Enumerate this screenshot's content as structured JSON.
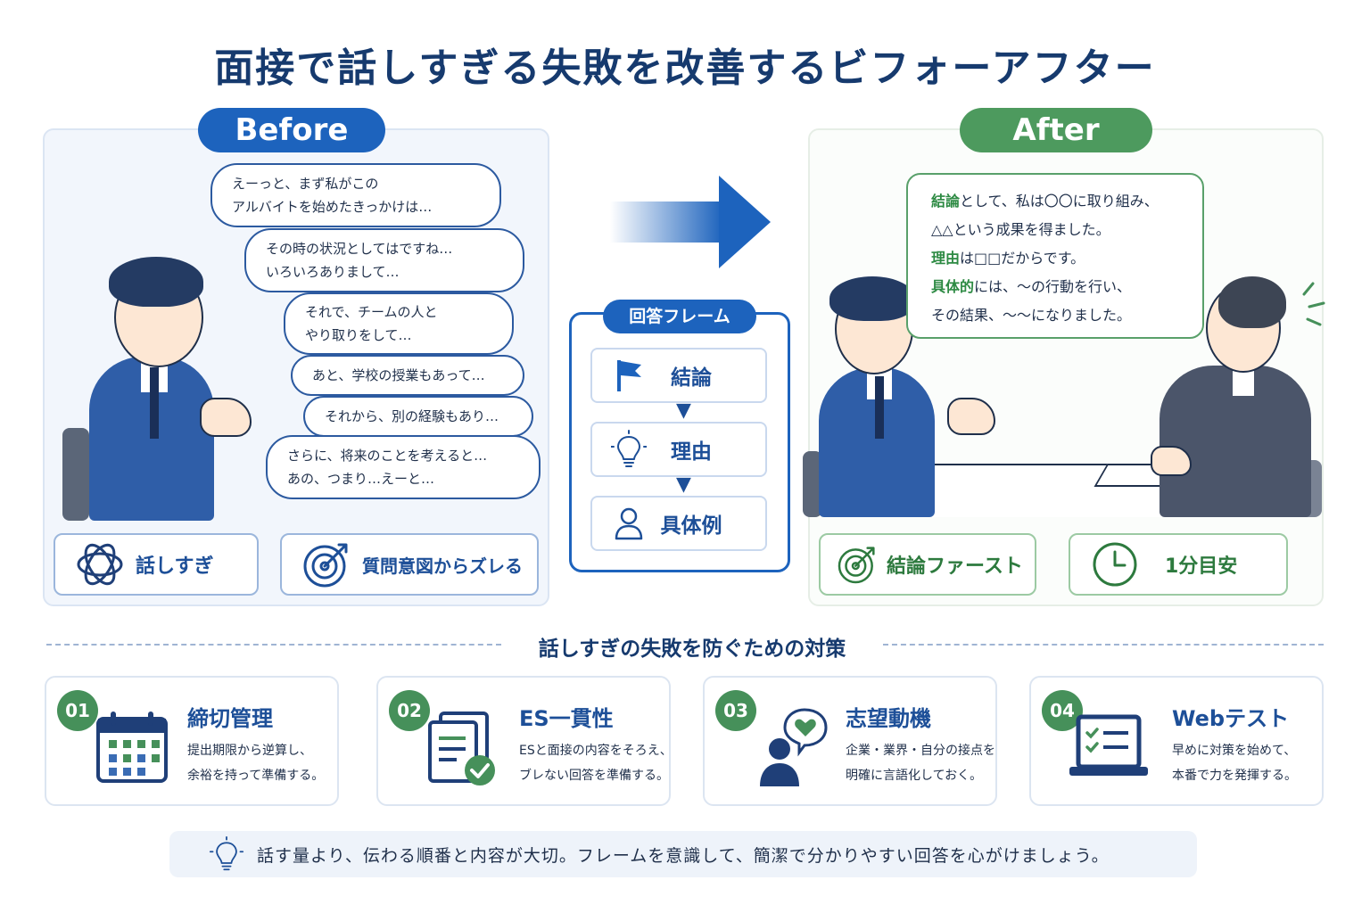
{
  "title": "面接で話しすぎる失敗を改善するビフォーアフター",
  "before": {
    "label": "Before",
    "bubbles": [
      [
        "えーっと、まず私がこの",
        "アルバイトを始めたきっかけは…"
      ],
      [
        "その時の状況としてはですね…",
        "いろいろありまして…"
      ],
      [
        "それで、チームの人と",
        "やり取りをして…"
      ],
      [
        "あと、学校の授業もあって…"
      ],
      [
        "それから、別の経験もあり…"
      ],
      [
        "さらに、将来のことを考えると…",
        "あの、つまり…えーと…"
      ]
    ],
    "tags": [
      "話しすぎ",
      "質問意図からズレる"
    ]
  },
  "frame": {
    "title": "回答フレーム",
    "steps": [
      "結論",
      "理由",
      "具体例"
    ]
  },
  "after": {
    "label": "After",
    "bubble": [
      {
        "hl": "結論",
        "rest": "として、私は〇〇に取り組み、"
      },
      {
        "hl": "",
        "rest": "△△という成果を得ました。"
      },
      {
        "hl": "理由",
        "rest": "は□□だからです。"
      },
      {
        "hl": "具体的",
        "rest": "には、〜の行動を行い、"
      },
      {
        "hl": "",
        "rest": "その結果、〜〜になりました。"
      }
    ],
    "tags": [
      "結論ファースト",
      "1分目安"
    ]
  },
  "section_title": "話しすぎの失敗を防ぐための対策",
  "cards": [
    {
      "num": "01",
      "title": "締切管理",
      "desc": [
        "提出期限から逆算し、",
        "余裕を持って準備する。"
      ],
      "icon": "calendar-icon"
    },
    {
      "num": "02",
      "title": "ES一貫性",
      "desc": [
        "ESと面接の内容をそろえ、",
        "ブレない回答を準備する。"
      ],
      "icon": "document-check-icon"
    },
    {
      "num": "03",
      "title": "志望動機",
      "desc": [
        "企業・業界・自分の接点を",
        "明確に言語化しておく。"
      ],
      "icon": "person-heart-icon"
    },
    {
      "num": "04",
      "title": "Webテスト",
      "desc": [
        "早めに対策を始めて、",
        "本番で力を発揮する。"
      ],
      "icon": "laptop-checklist-icon"
    }
  ],
  "tip": "話す量より、伝わる順番と内容が大切。フレームを意識して、簡潔で分かりやすい回答を心がけましょう。",
  "colors": {
    "blue": "#1d63bd",
    "green": "#4d9a5e",
    "navy": "#163a6e"
  }
}
